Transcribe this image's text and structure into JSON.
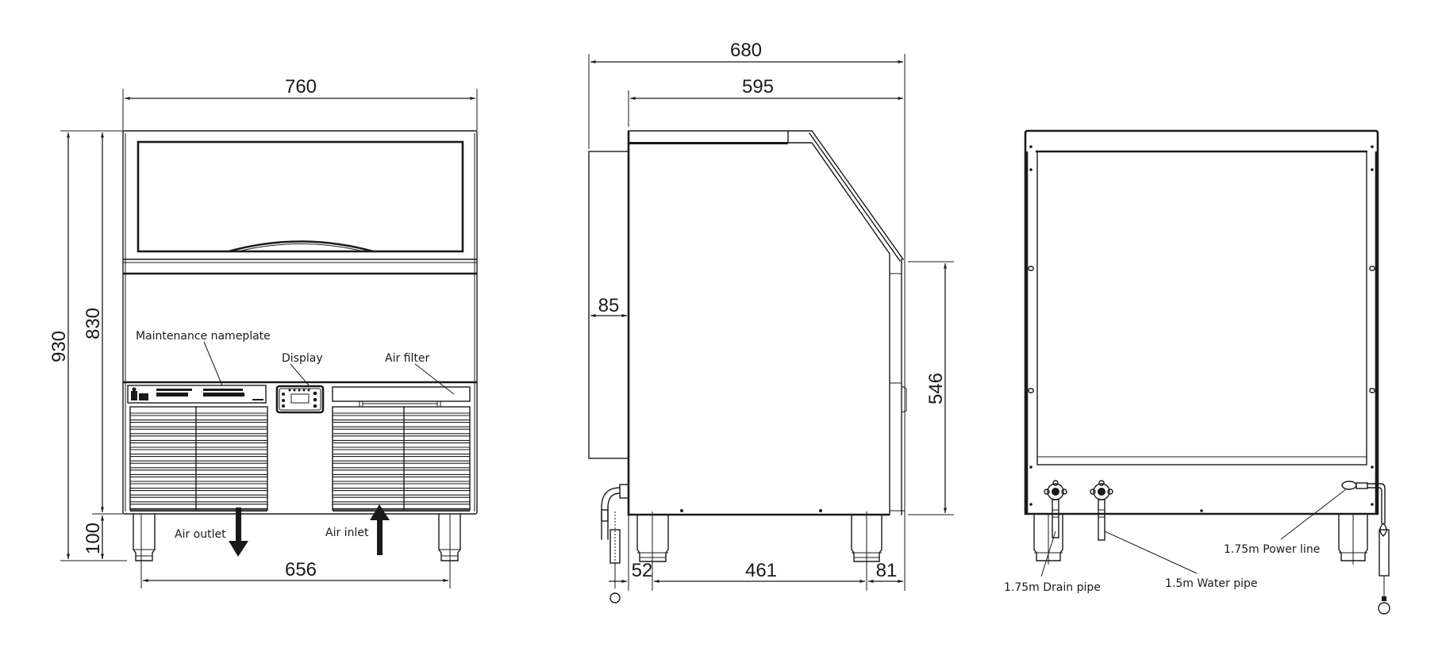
{
  "drawing": {
    "title": "Ice maker dimensional drawing",
    "units": "mm",
    "line_color": "#1a1a1a",
    "background": "#ffffff"
  },
  "front_view": {
    "dimensions": {
      "width": "760",
      "total_height": "930",
      "body_height": "830",
      "leg_height": "100",
      "leg_spacing": "656"
    },
    "labels": {
      "nameplate": "Maintenance nameplate",
      "display": "Display",
      "air_filter": "Air filter",
      "air_outlet": "Air outlet",
      "air_inlet": "Air inlet"
    }
  },
  "side_view": {
    "dimensions": {
      "total_depth": "680",
      "body_depth": "595",
      "back_offset": "85",
      "front_height": "546",
      "rear_leg_offset": "52",
      "leg_spacing": "461",
      "front_leg_offset": "81"
    }
  },
  "rear_view": {
    "labels": {
      "drain_pipe": "1.75m Drain pipe",
      "water_pipe": "1.5m Water pipe",
      "power_line": "1.75m Power line"
    }
  }
}
